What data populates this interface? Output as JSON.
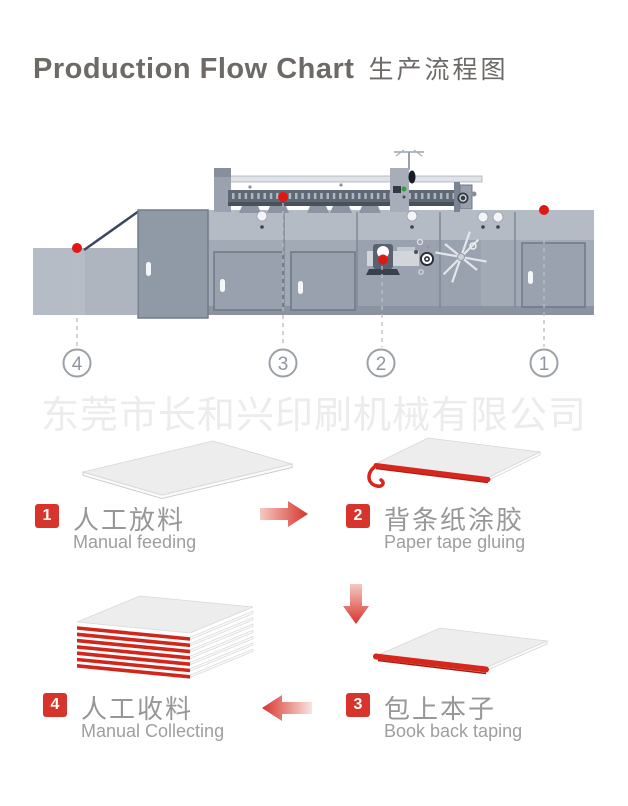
{
  "title": {
    "en": "Production Flow Chart",
    "zh": "生产流程图"
  },
  "watermark": "东莞市长和兴印刷机械有限公司",
  "machine_markers": [
    "4",
    "3",
    "2",
    "1"
  ],
  "steps": [
    {
      "num": "1",
      "zh": "人工放料",
      "en": "Manual feeding"
    },
    {
      "num": "2",
      "zh": "背条纸涂胶",
      "en": "Paper tape gluing"
    },
    {
      "num": "3",
      "zh": "包上本子",
      "en": "Book back taping"
    },
    {
      "num": "4",
      "zh": "人工收料",
      "en": "Manual Collecting"
    }
  ],
  "colors": {
    "accent_red": "#d7342b",
    "tape_red": "#d6271d",
    "marker_dot_red": "#e01814",
    "machine_body": "#a2aab6",
    "machine_band": "#b5bbc5",
    "machine_panel": "#99a1ae",
    "track_dark": "#5f6875",
    "title_gray": "#6d6966",
    "label_gray": "#979797",
    "watermark_gray": "#ececec"
  }
}
